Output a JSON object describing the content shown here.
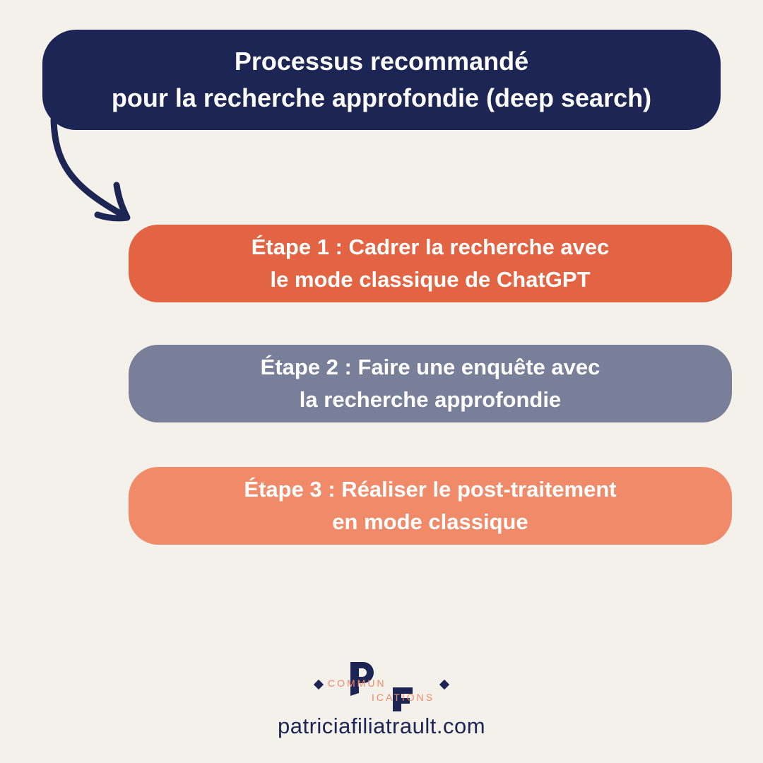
{
  "title": {
    "line1": "Processus recommandé",
    "line2": "pour la recherche approfondie (deep search)"
  },
  "steps": [
    {
      "line1": "Étape 1 : Cadrer la recherche avec",
      "line2": "le mode classique de ChatGPT",
      "color": "#e26442"
    },
    {
      "line1": "Étape 2 : Faire une enquête avec",
      "line2": "la recherche approfondie",
      "color": "#7a7f99"
    },
    {
      "line1": "Étape 3 : Réaliser le post-traitement",
      "line2": "en mode classique",
      "color": "#f08a69"
    }
  ],
  "logo": {
    "letters": "PF",
    "word_top": "COMMUN",
    "word_bottom": "ICATIONS"
  },
  "website": "patriciafiliatrault.com",
  "colors": {
    "navy": "#1d2554",
    "background": "#f4f1ea",
    "accent": "#f08a69"
  }
}
